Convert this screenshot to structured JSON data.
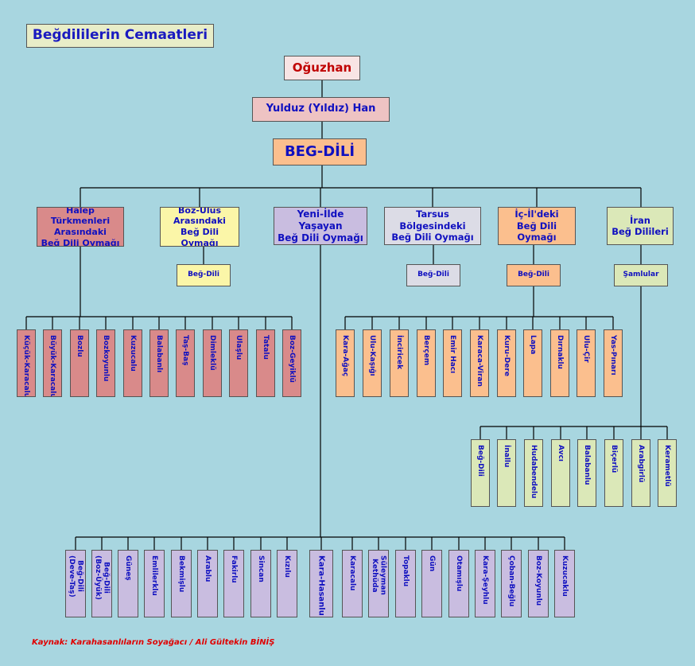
{
  "title": "Beğdililerin Cemaatleri",
  "root": "Oğuzhan",
  "level2": "Yulduz (Yıldız) Han",
  "level3": "BEG-DİLİ",
  "groups": [
    {
      "label": "Halep Türkmenleri\nArasındaki\nBeğ Dili Oymağı"
    },
    {
      "label": "Boz-Ulus\nArasındaki\nBeğ Dili Oymağı"
    },
    {
      "label": "Yeni-İlde Yaşayan\nBeğ Dili Oymağı"
    },
    {
      "label": "Tarsus Bölgesindeki\nBeğ Dili Oymağı"
    },
    {
      "label": "İç-İl'deki\nBeğ Dili Oymağı"
    },
    {
      "label": "İran\nBeğ Dilileri"
    }
  ],
  "subgroups": {
    "boz_ulus": "Beğ-Dili",
    "tarsus": "Beğ-Dili",
    "ic_il": "Beğ-Dili",
    "iran": "Şamlular"
  },
  "leaves_left": [
    "Küçük-Karacalu",
    "Büyük-Karacalu",
    "Bozlu",
    "Bozkoyunlu",
    "Kuzucalu",
    "Balabanlı",
    "Taş-Baş",
    "Dimleklü",
    "Ulaşlu",
    "Tatalu",
    "Boz-Geyiklü"
  ],
  "leaves_icil": [
    "Kara-Ağaç",
    "Ulu-Kaşığı",
    "İnciricek",
    "Berçem",
    "Emir Hacı",
    "Karaca-Viran",
    "Kuru-Dere",
    "Lapa",
    "Dırnaklu",
    "Ulu-Çir",
    "Yas-Pınarı"
  ],
  "leaves_iran": [
    "Beğ-Dili",
    "İnallu",
    "Hudabendelu",
    "Avcı",
    "Balabanlu",
    "Biçerlü",
    "Arabgirlü",
    "Kerametlü"
  ],
  "leaves_bottom": [
    "Beğ-Dili\n(Deve-Taş)",
    "Beğ-Dili\n(Boz-Üyük)",
    "Güneş",
    "Emlilerklu",
    "Bekmişlu",
    "Arablu",
    "Fakirlu",
    "Sincan",
    "Kızılu",
    "Kara-Hasanlu",
    "Karacalu",
    "Süleyman\nKethüda",
    "Topaklu",
    "Gün",
    "Otamışlu",
    "Kara-Şeyhlu",
    "Çoban-Beğlu",
    "Boz-Koyunlu",
    "Kuzucaklu"
  ],
  "source": "Kaynak: Karahasanlıların Soyağacı / Ali Gültekin BİNİŞ",
  "colors": {
    "background": "#a8d6e0",
    "root": "#f8e4e4",
    "level2": "#eec3c3",
    "level3": "#fbbf8e",
    "halep": "#d98a8a",
    "bozulus": "#fbf6a8",
    "yeniil": "#c9bde0",
    "tarsus": "#dcdce6",
    "icil": "#fbbf8e",
    "iran": "#dbe8b8",
    "title_text": "#1a1ac0",
    "root_text": "#c00000",
    "source_text": "#e00000"
  }
}
